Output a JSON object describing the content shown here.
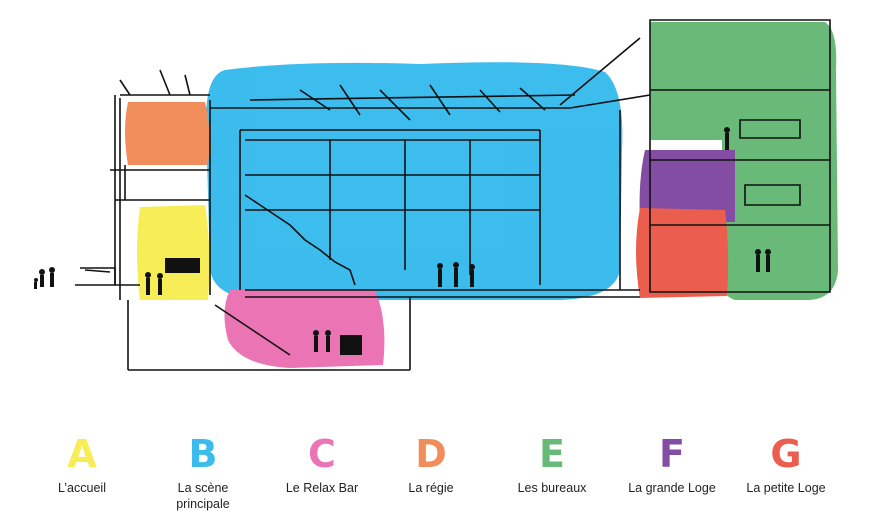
{
  "legend": [
    {
      "letter": "A",
      "label": "L’accueil",
      "color": "#f5ea3a"
    },
    {
      "letter": "B",
      "label": "La scène principale",
      "color": "#1ab1ea"
    },
    {
      "letter": "C",
      "label": "Le Relax Bar",
      "color": "#e85ca8"
    },
    {
      "letter": "D",
      "label": "La régie",
      "color": "#ef7a3e"
    },
    {
      "letter": "E",
      "label": "Les bureaux",
      "color": "#4fae62"
    },
    {
      "letter": "F",
      "label": "La grande Loge",
      "color": "#6e2f93"
    },
    {
      "letter": "G",
      "label": "La petite Loge",
      "color": "#e8412e"
    }
  ]
}
